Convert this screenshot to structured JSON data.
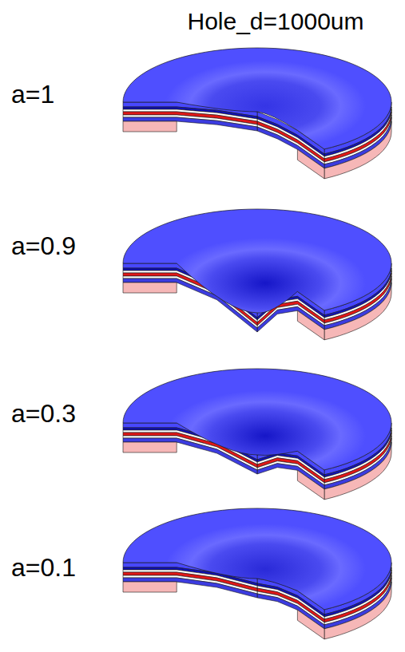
{
  "diagram": {
    "title": "Hole_d=1000um",
    "labels": [
      "a=1",
      "a=0.9",
      "a=0.3",
      "a=0.1"
    ]
  }
}
